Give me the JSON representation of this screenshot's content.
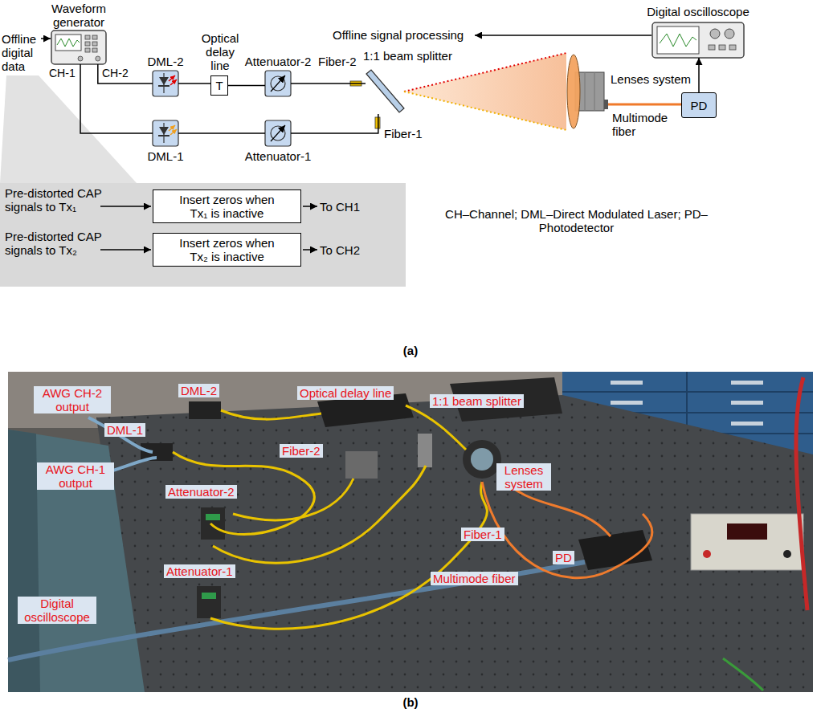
{
  "diagram": {
    "nodes": [
      {
        "text": [
          "Waveform generator"
        ]
      },
      {
        "text": [
          "DML-2"
        ]
      },
      {
        "text": [
          "DML-1"
        ]
      },
      {
        "text": [
          "Optical delay line",
          "T"
        ]
      },
      {
        "text": [
          "Attenuator-2"
        ]
      },
      {
        "text": [
          "Attenuator-1"
        ]
      },
      {
        "text": [
          "1:1 beam splitter"
        ]
      },
      {
        "text": [
          "Lenses system"
        ]
      },
      {
        "text": [
          "PD"
        ]
      },
      {
        "text": [
          "Digital oscilloscope"
        ]
      },
      {
        "text": [
          "Pre-distorted CAP signals to Tx₁",
          "Pre-distorted CAP signals to Tx₂",
          "To CH1",
          "To CH2"
        ]
      },
      {
        "text": [
          "Insert zeros when Tx₁ is inactive"
        ],
        "in": 10
      },
      {
        "text": [
          "Insert zeros when Tx₂ is inactive"
        ],
        "in": 10
      }
    ],
    "edges": [
      {
        "from": 0,
        "to": 2,
        "arrow": "none"
      },
      {
        "from": 0,
        "to": 1,
        "arrow": "none"
      },
      {
        "from": 1,
        "to": 3,
        "arrow": "none"
      },
      {
        "from": 3,
        "to": 4,
        "arrow": "none"
      },
      {
        "from": 2,
        "to": 5,
        "arrow": "none"
      },
      {
        "from": 4,
        "to": 6,
        "arrow": "none"
      },
      {
        "from": 5,
        "to": 6,
        "arrow": "none"
      },
      {
        "from": 6,
        "to": 7,
        "arrow": "none"
      },
      {
        "from": 7,
        "to": 8,
        "arrow": "none"
      },
      {
        "from": 8,
        "to": 9,
        "arrow": "to"
      }
    ],
    "labels": [
      "Offline digital data",
      "CH-1",
      "CH-2",
      "Offline signal processing",
      "Fiber-2",
      "Fiber-1",
      "Multimode fiber",
      "CH–Channel; DML–Direct Modulated Laser; PD–Photodetector",
      "(a)",
      "AWG CH-2 output",
      "DML-2",
      "Optical delay line",
      "1:1 beam splitter",
      "DML-1",
      "Fiber-2",
      "AWG CH-1 output",
      "Lenses system",
      "Attenuator-2",
      "Fiber-1",
      "PD",
      "Attenuator-1",
      "Multimode fiber",
      "Digital oscilloscope",
      "(b)"
    ]
  }
}
